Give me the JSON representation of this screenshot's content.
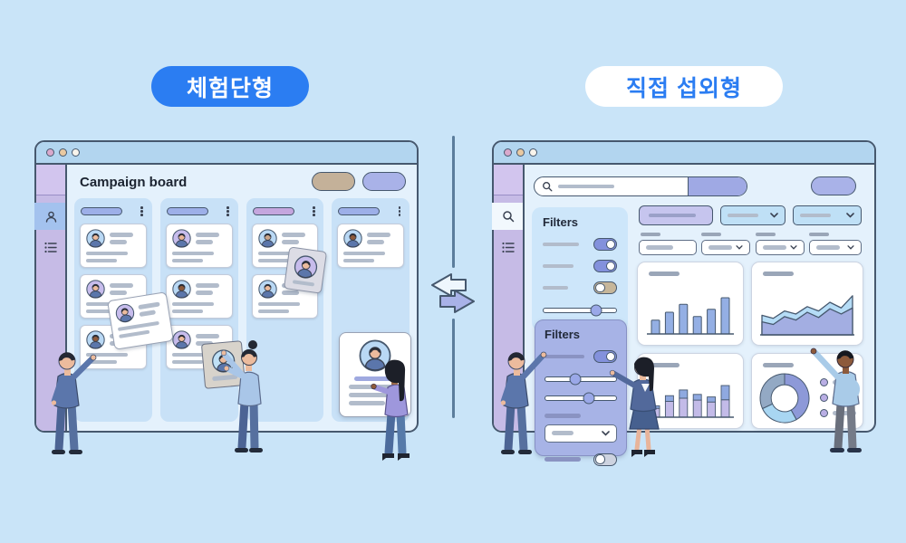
{
  "badges": {
    "left": "체험단형",
    "right": "직접 섭외형"
  },
  "divider": {
    "icon": "swap-arrows-icon"
  },
  "colors": {
    "badge_blue": "#2b7df2",
    "outline": "#46586e",
    "btn_tan": "#c4b199",
    "btn_periwinkle": "#a9b2e8",
    "pill_periwinkle": "#9dafe8",
    "pill_purple": "#c5a6de",
    "search_segment": "#9fa9e4",
    "control_tab_purple": "#c6c5ee",
    "select_blue": "#bfe0f6",
    "panel_blue": "#cde6fa",
    "panel_periwinkle": "#a7b3e6",
    "toggle_on": "#8391dc",
    "divider_line": "#5b7d9c"
  },
  "left_window": {
    "title": "Campaign board",
    "traffic_lights": [
      "#d9a9cc",
      "#e9c9a1",
      "#f8f4ec"
    ],
    "sidebar_icons": [
      "user-icon",
      "list-icon"
    ],
    "header_buttons": [
      {
        "name": "tan-button",
        "color": "#c4b199"
      },
      {
        "name": "periwinkle-button",
        "color": "#a9b2e8"
      }
    ],
    "columns": [
      {
        "header_color": "#9dafe8",
        "cards": [
          {
            "bg": "#b9d8f4",
            "skin": "#ecbb9d"
          },
          {
            "bg": "#c7bcec",
            "skin": "#ecbb9d"
          },
          {
            "bg": "#b9d8f4",
            "skin": "#8d5a3b"
          }
        ]
      },
      {
        "header_color": "#9dafe8",
        "cards": [
          {
            "bg": "#c7bcec",
            "skin": "#e8b496"
          },
          {
            "bg": "#b9d8f4",
            "skin": "#8d5a3b"
          },
          {
            "bg": "#c7bcec",
            "skin": "#ecbb9d"
          }
        ]
      },
      {
        "header_color": "#c5a6de",
        "cards": [
          {
            "bg": "#b9d8f4",
            "skin": "#caa58a"
          },
          {
            "bg": "#b9d8f4",
            "skin": "#ecbb9d"
          }
        ]
      },
      {
        "header_color": "#9dafe8",
        "cards": [
          {
            "bg": "#b9d8f4",
            "skin": "#8d5a3b"
          }
        ]
      }
    ],
    "floats": {
      "tilt1": {
        "bg": "#c7bcec",
        "skin": "#ecbb9d"
      },
      "tilt2": {
        "bg": "#c7bcec",
        "skin": "#ecbb9d"
      },
      "big": {
        "bg": "#b9d8f4",
        "skin": "#ecbb9d"
      },
      "held": {
        "bg": "#bfe0f6",
        "skin": "#ecbb9d"
      }
    }
  },
  "right_window": {
    "traffic_lights": [
      "#d9a9cc",
      "#e9c9a1",
      "#f8f4ec"
    ],
    "sidebar_icons": [
      "search-icon",
      "list-icon"
    ],
    "filters_top": {
      "title": "Filters",
      "toggles": [
        "on",
        "on",
        "off"
      ],
      "sliders": [
        72,
        48
      ]
    },
    "filters_float": {
      "title": "Filters",
      "toggle_top": "on",
      "sliders": [
        42,
        62
      ],
      "toggle_bottom": "off"
    }
  },
  "chart_data": [
    {
      "type": "bar",
      "title": "",
      "categories": [],
      "ylim": [
        0,
        100
      ],
      "values": [
        38,
        60,
        82,
        48,
        68,
        100
      ],
      "color": "#94afe4"
    },
    {
      "type": "area",
      "title": "",
      "x": [
        0,
        1,
        2,
        3,
        4,
        5,
        6,
        7,
        8
      ],
      "series": [
        {
          "name": "band-upper",
          "values": [
            45,
            38,
            55,
            48,
            65,
            55,
            75,
            62,
            90
          ],
          "color": "#b5dcf6"
        },
        {
          "name": "band-lower",
          "values": [
            30,
            24,
            42,
            34,
            52,
            40,
            60,
            48,
            62
          ],
          "color": "#a3aee2"
        }
      ]
    },
    {
      "type": "bar",
      "stacked": true,
      "title": "",
      "categories": [],
      "ylim": [
        0,
        100
      ],
      "series": [
        {
          "name": "base",
          "values": [
            28,
            50,
            60,
            54,
            48,
            55
          ],
          "color": "#c3bbe8"
        },
        {
          "name": "top",
          "values": [
            8,
            18,
            26,
            18,
            16,
            45
          ],
          "color": "#8fa9e0"
        }
      ]
    },
    {
      "type": "donut",
      "title": "",
      "values": [
        42,
        26,
        32
      ],
      "colors": [
        "#8d99d8",
        "#a8d6f2",
        "#93a9c4"
      ],
      "legend_count": 3
    }
  ]
}
